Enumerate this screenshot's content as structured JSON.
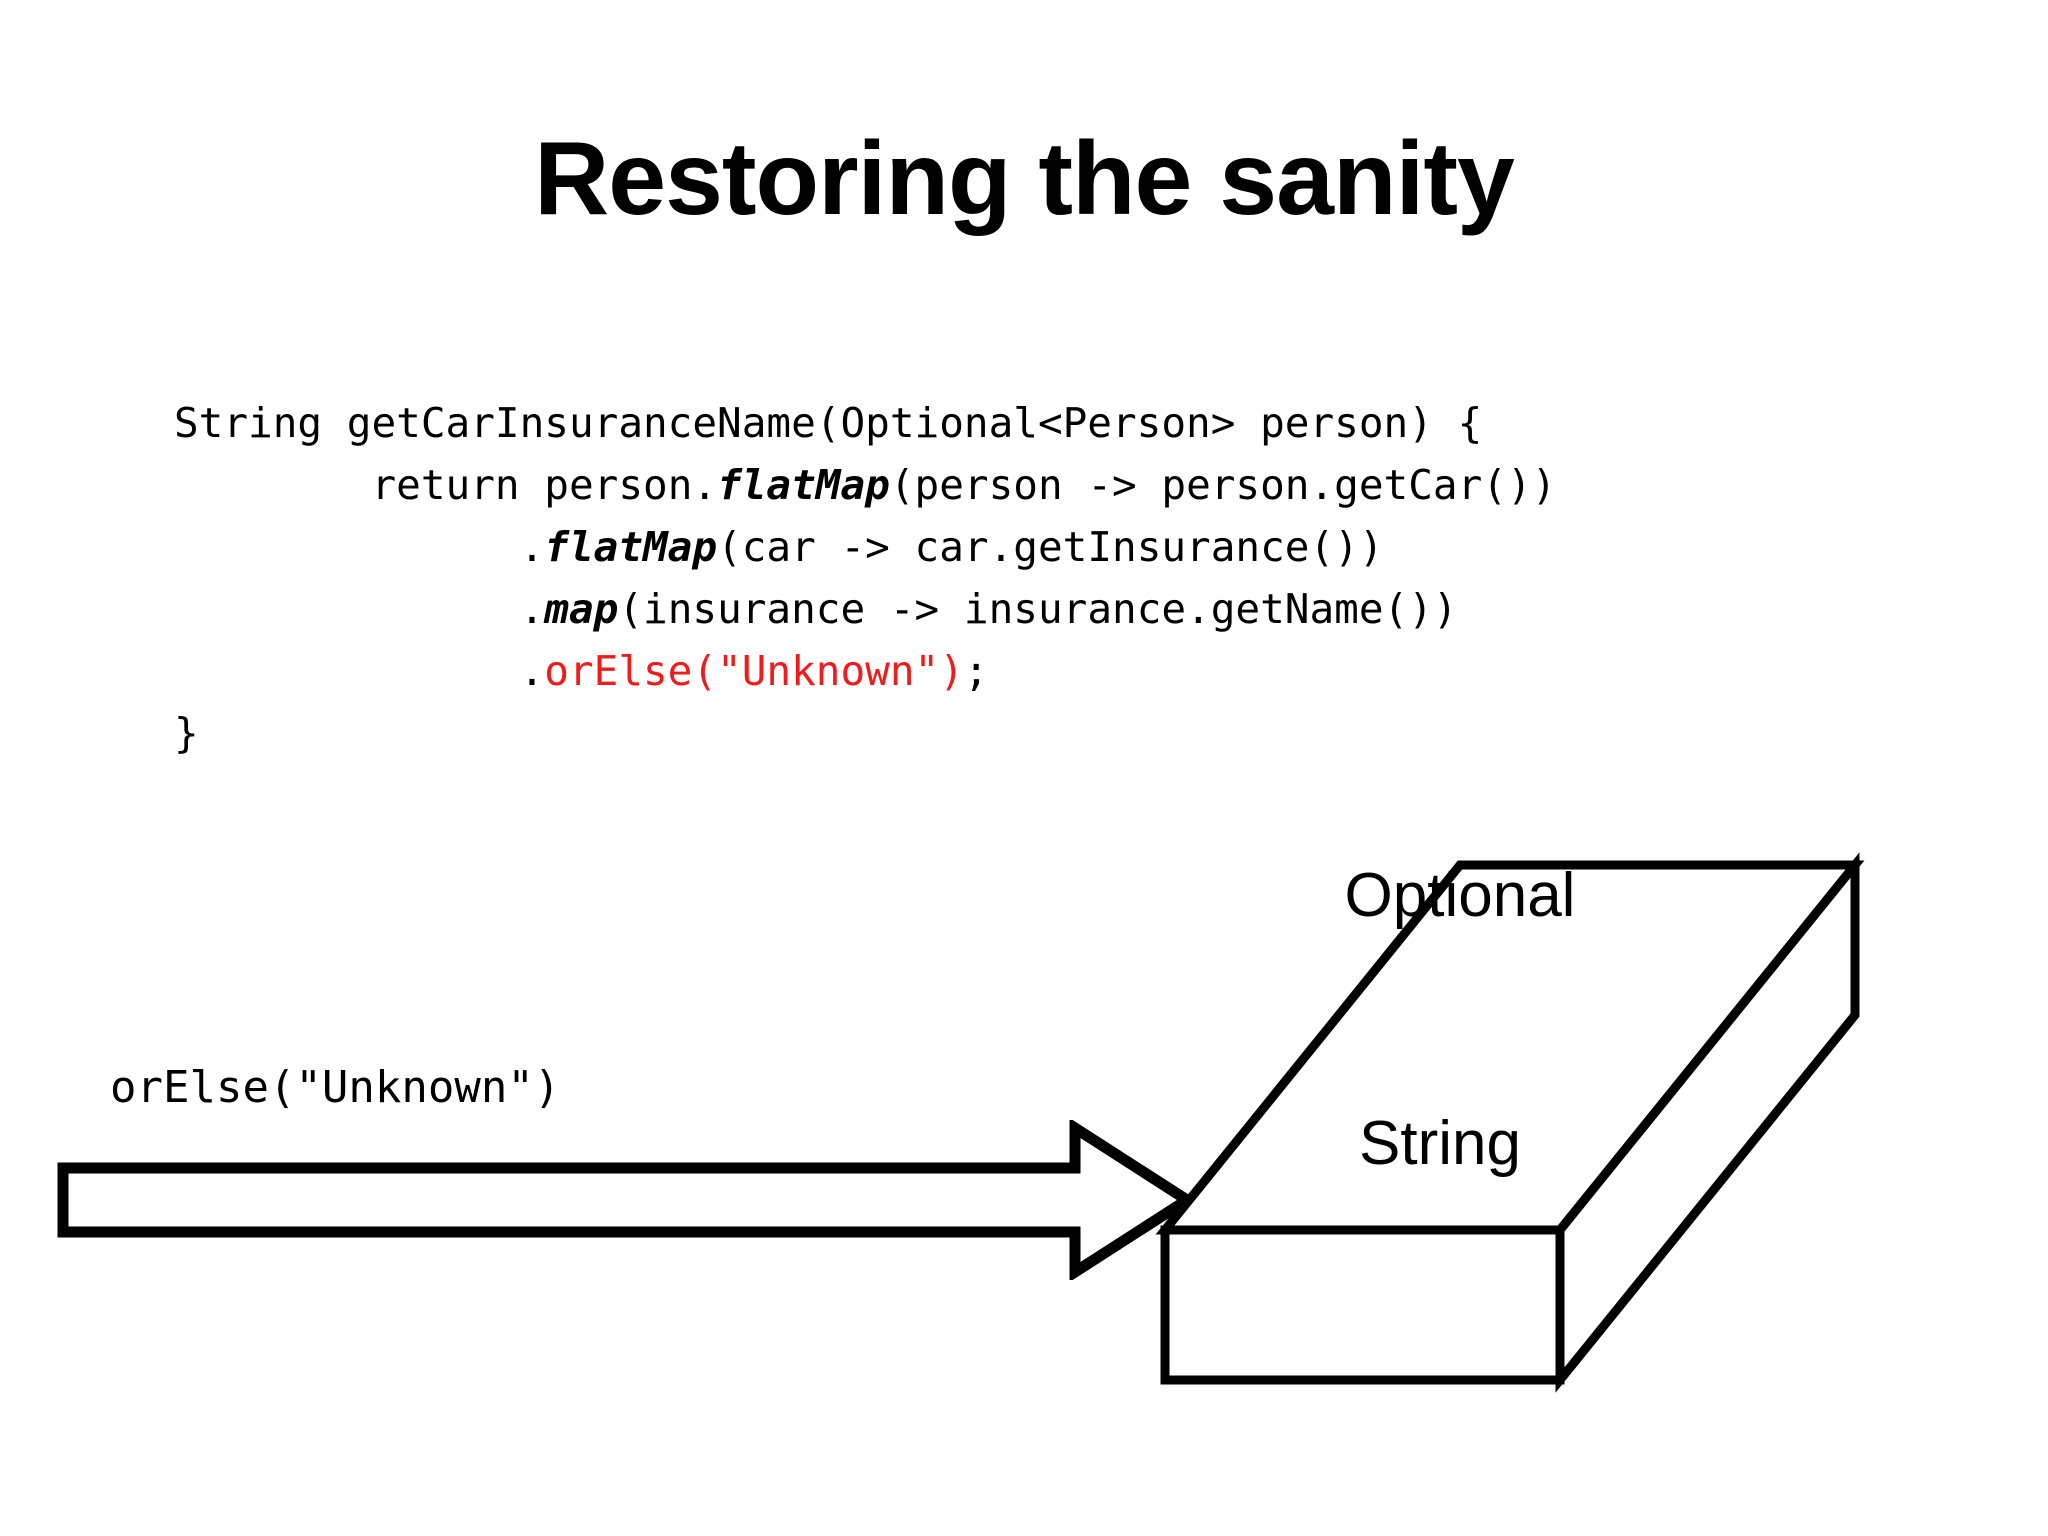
{
  "slide": {
    "title": "Restoring the sanity",
    "background_color": "#ffffff",
    "text_color": "#000000",
    "accent_color": "#ee1c1c"
  },
  "code": {
    "language": "java",
    "lines": [
      {
        "id": "signature",
        "indent": "",
        "segments": [
          {
            "text": "String getCarInsuranceName(Optional<Person> person) {",
            "style": "plain"
          }
        ]
      },
      {
        "id": "return-flatmap-person",
        "indent": "        ",
        "segments": [
          {
            "text": "return person.",
            "style": "plain"
          },
          {
            "text": "flatMap",
            "style": "bold-italic"
          },
          {
            "text": "(person -> person.getCar())",
            "style": "plain"
          }
        ]
      },
      {
        "id": "flatmap-car",
        "indent": "              ",
        "segments": [
          {
            "text": ".",
            "style": "plain"
          },
          {
            "text": "flatMap",
            "style": "bold-italic"
          },
          {
            "text": "(car -> car.getInsurance())",
            "style": "plain"
          }
        ]
      },
      {
        "id": "map-insurance",
        "indent": "              ",
        "segments": [
          {
            "text": ".",
            "style": "plain"
          },
          {
            "text": "map",
            "style": "bold-italic"
          },
          {
            "text": "(insurance -> insurance.getName())",
            "style": "plain"
          }
        ]
      },
      {
        "id": "orelse",
        "indent": "              ",
        "segments": [
          {
            "text": ".",
            "style": "plain"
          },
          {
            "text": "orElse(\"Unknown\")",
            "style": "red"
          },
          {
            "text": ";",
            "style": "plain"
          }
        ]
      },
      {
        "id": "close-brace",
        "indent": "",
        "segments": [
          {
            "text": "}",
            "style": "plain"
          }
        ]
      }
    ]
  },
  "diagram": {
    "arrow_label": "orElse(\"Unknown\")",
    "arrow_direction": "right",
    "arrow_style": "hollow-block-arrow",
    "cube": {
      "top_face_label": "Optional",
      "front_face_label": "String",
      "fill": "#ffffff",
      "stroke": "#000000"
    }
  }
}
